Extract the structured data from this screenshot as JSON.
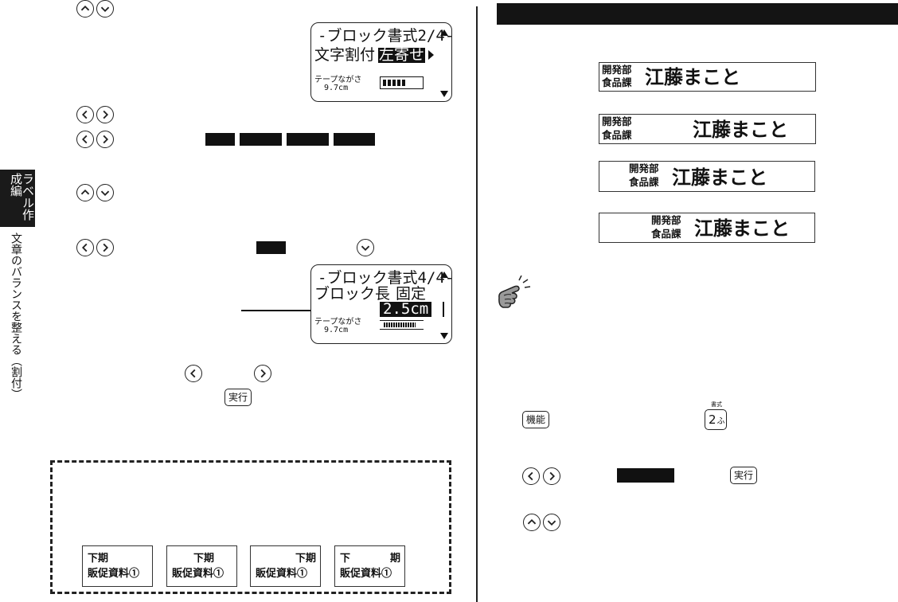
{
  "sidebar": {
    "tab_label": "ラベル作成編",
    "section_label": "文章のバランスを整える（割付）"
  },
  "lcd_top": {
    "line1": "-ブロック書式2/4-",
    "line2_label": "文字割付",
    "line2_value": "左寄せ",
    "small_label": "テープながさ",
    "small_value": "9.7cm"
  },
  "lcd_bottom": {
    "line1": "-ブロック書式4/4-",
    "line2_label": "ブロック長",
    "line2_value": "固定",
    "value_box": "2.5cm",
    "small_label": "テープながさ",
    "small_value": "9.7cm"
  },
  "keys": {
    "exec_label": "実行",
    "func_label": "機能",
    "style_key_top": "書式",
    "style_key_main": "2",
    "style_key_sub": "ふ"
  },
  "right_examples": [
    {
      "small1": "開発部",
      "small2": "食品課",
      "big": "江藤まこと"
    },
    {
      "small1": "開発部",
      "small2": "食品課",
      "big": "江藤まこと"
    },
    {
      "small1": "開発部",
      "small2": "食品課",
      "big": "江藤まこと"
    },
    {
      "small1": "開発部",
      "small2": "食品課",
      "big": "江藤まこと"
    }
  ],
  "bottom_examples": [
    {
      "line1": "下期",
      "line2": "販促資料①"
    },
    {
      "line1": "下期",
      "line2": "販促資料①"
    },
    {
      "line1": "下期",
      "line2": "販促資料①"
    },
    {
      "line1_a": "下",
      "line1_b": "期",
      "line2": "販促資料①"
    }
  ]
}
